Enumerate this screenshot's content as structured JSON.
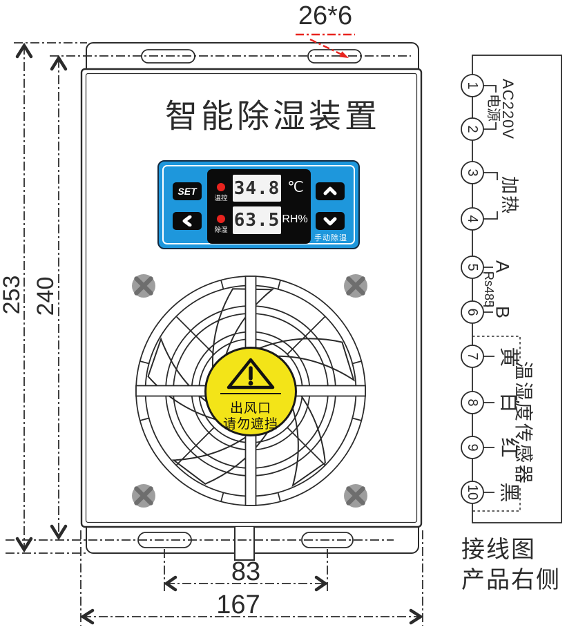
{
  "device": {
    "title": "智能除湿装置"
  },
  "dimensions": {
    "top_slot": "26*6",
    "outer_height": "253",
    "hole_height": "240",
    "hole_width": "83",
    "outer_width": "167"
  },
  "controller": {
    "set_label": "SET",
    "temp_value": "34.8",
    "temp_unit": "℃",
    "temp_led_label": "温控",
    "humidity_value": "63.5",
    "humidity_unit": "RH%",
    "humidity_led_label": "除湿",
    "manual_label": "手动除湿"
  },
  "fan_warning": {
    "line1": "出风口",
    "line2": "请勿遮挡"
  },
  "wiring": {
    "terminals": [
      "1",
      "2",
      "3",
      "4",
      "5",
      "6",
      "7",
      "8",
      "9",
      "10"
    ],
    "power_group": {
      "main": "AC220V",
      "sub": "电源"
    },
    "heater_label": "加热",
    "rs485": {
      "a": "A",
      "bus": "Rs485",
      "b": "B"
    },
    "wire_colors": [
      "黄",
      "白",
      "红",
      "黑"
    ],
    "sensor_label": "温湿度传感器",
    "caption1": "接线图",
    "caption2": "产品右侧"
  },
  "colors": {
    "accent_red": "#e8231e",
    "panel_blue": "#1E97DC",
    "led_red": "#e8231e",
    "warning_yellow": "#f3e418",
    "screw_gray": "#9e9e9e",
    "line_dark": "#2b2b2b"
  }
}
